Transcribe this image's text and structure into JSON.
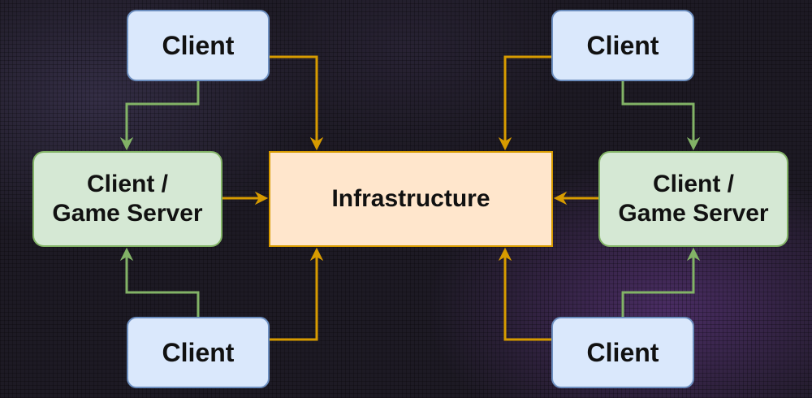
{
  "diagram": {
    "nodes": {
      "client_top_left": "Client",
      "client_bottom_left": "Client",
      "client_top_right": "Client",
      "client_bottom_right": "Client",
      "server_left": {
        "line1": "Client /",
        "line2": "Game Server"
      },
      "server_right": {
        "line1": "Client /",
        "line2": "Game Server"
      },
      "infrastructure": "Infrastructure"
    },
    "edges": [
      {
        "from": "client_top_left",
        "to": "server_left",
        "color": "green"
      },
      {
        "from": "client_bottom_left",
        "to": "server_left",
        "color": "green"
      },
      {
        "from": "client_top_right",
        "to": "server_right",
        "color": "green"
      },
      {
        "from": "client_bottom_right",
        "to": "server_right",
        "color": "green"
      },
      {
        "from": "client_top_left",
        "to": "infrastructure",
        "color": "orange"
      },
      {
        "from": "client_bottom_left",
        "to": "infrastructure",
        "color": "orange"
      },
      {
        "from": "client_top_right",
        "to": "infrastructure",
        "color": "orange"
      },
      {
        "from": "client_bottom_right",
        "to": "infrastructure",
        "color": "orange"
      },
      {
        "from": "server_left",
        "to": "infrastructure",
        "color": "orange"
      },
      {
        "from": "server_right",
        "to": "infrastructure",
        "color": "orange"
      }
    ]
  },
  "colors": {
    "client_fill": "#dae8fc",
    "client_stroke": "#6c8ebf",
    "server_fill": "#d5e8d4",
    "server_stroke": "#82b366",
    "infra_fill": "#ffe6cc",
    "infra_stroke": "#d79b00",
    "green_arrow": "#82b366",
    "orange_arrow": "#d79b00",
    "background": "#1d1a24"
  }
}
